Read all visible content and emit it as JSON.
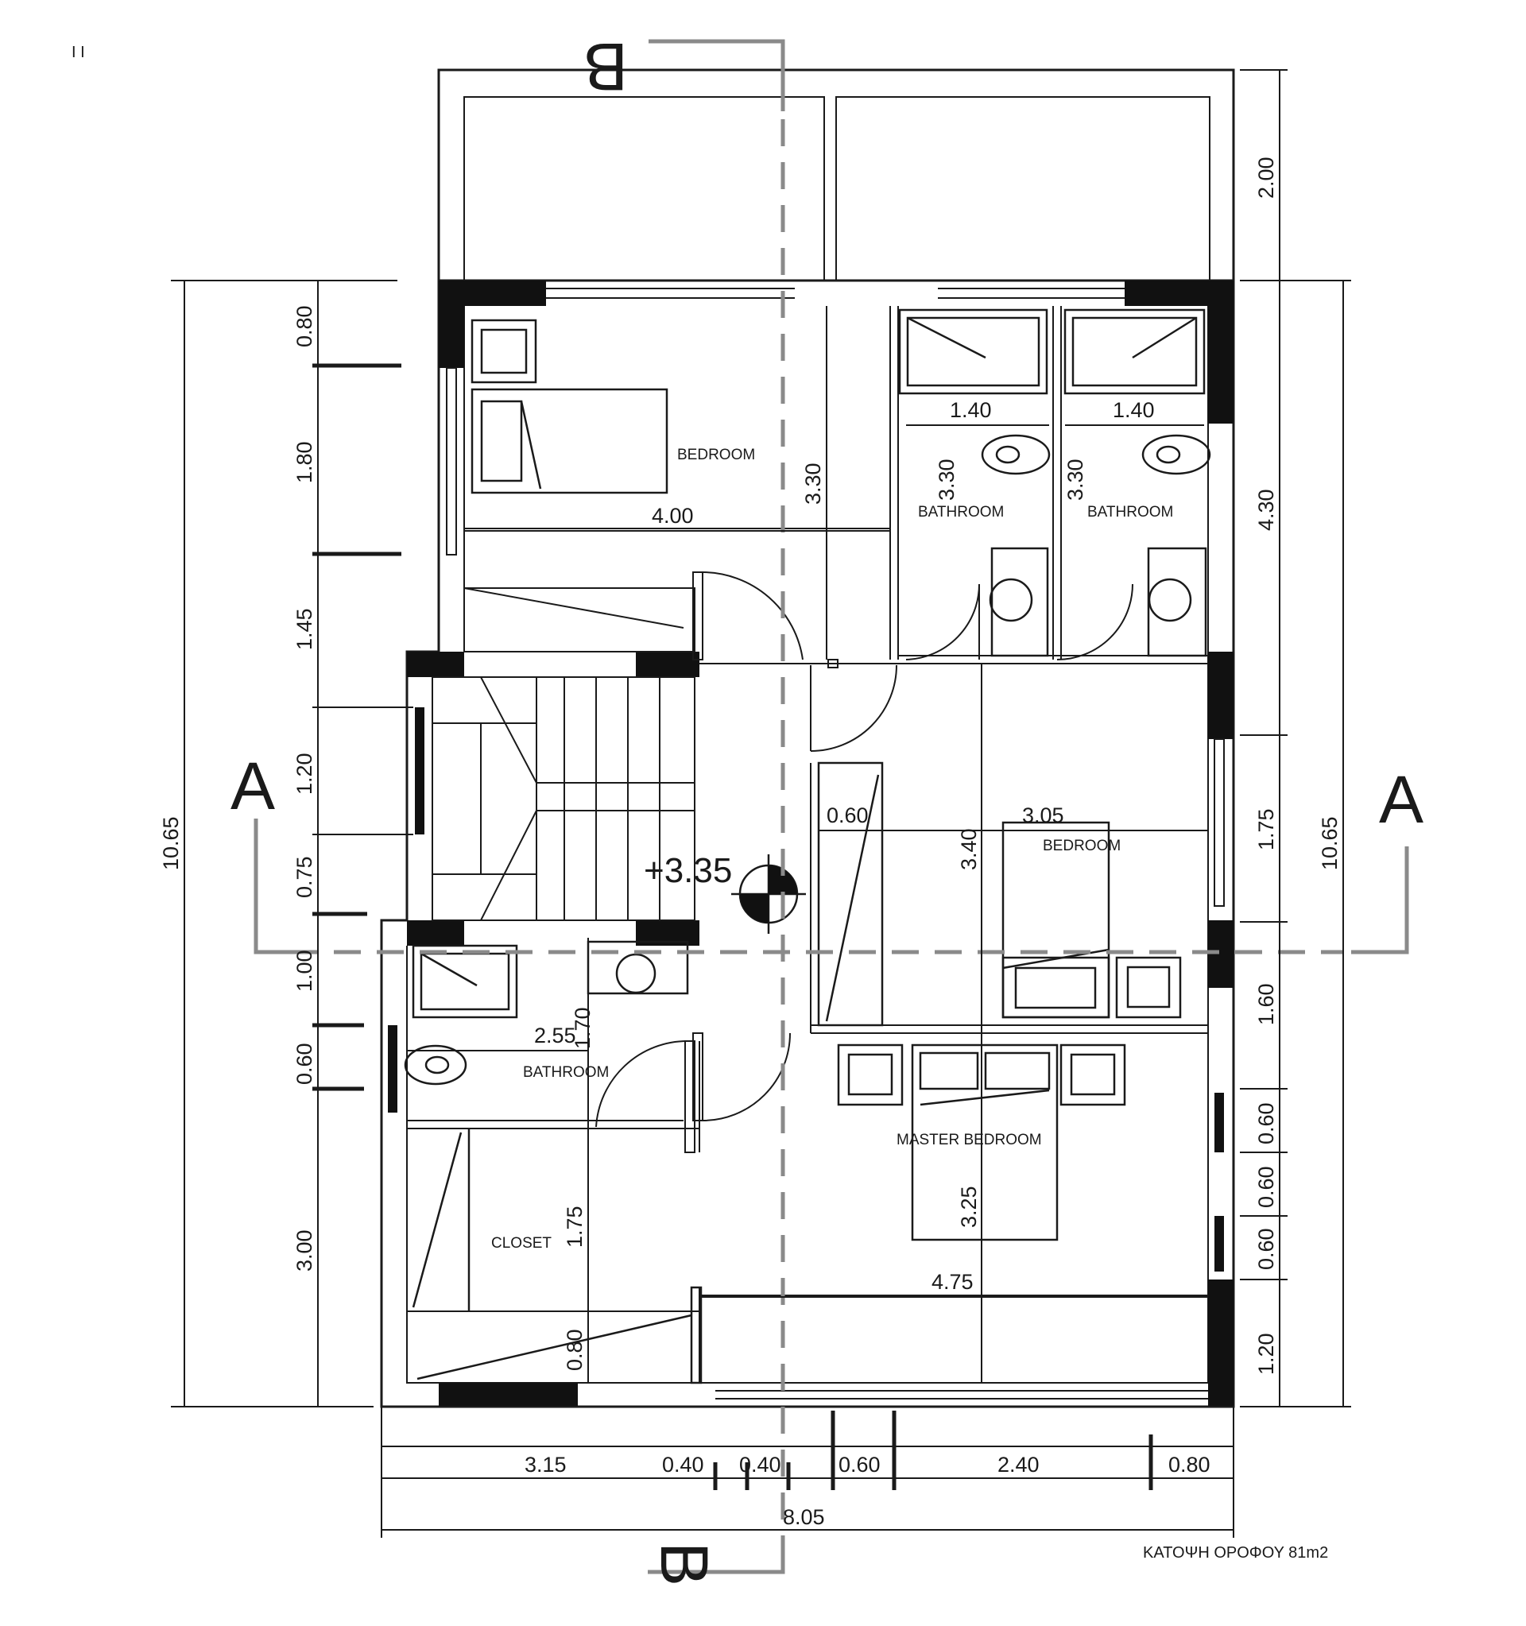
{
  "section_markers": {
    "a_left": "A",
    "a_right": "A",
    "b_top": "B",
    "b_bottom": "B",
    "top_left_mark": "I I"
  },
  "rooms": {
    "bedroom": "BEDROOM",
    "bathroom_1": "BATHROOM",
    "bathroom_2": "BATHROOM",
    "bedroom_2": "BEDROOM",
    "bathroom_3": "BATHROOM",
    "master_bedroom": "MASTER BEDROOM",
    "closet": "CLOSET"
  },
  "level": "+3.35",
  "dimensions": {
    "left_inner": [
      "0.80",
      "1.80",
      "1.45",
      "1.20",
      "0.75",
      "1.00",
      "0.60",
      "3.00"
    ],
    "left_total": "10.65",
    "right_inner": [
      "2.00",
      "4.30",
      "1.75",
      "1.60",
      "0.60",
      "0.60",
      "0.60",
      "1.20"
    ],
    "right_total": "10.65",
    "bottom": [
      "3.15",
      "0.40",
      "0.40",
      "0.60",
      "2.40",
      "0.80"
    ],
    "bottom_total": "8.05",
    "interior": {
      "bedroom_width": "4.00",
      "bedroom_height": "3.30",
      "bath1_width": "1.40",
      "bath1_height": "3.30",
      "bath2_width": "1.40",
      "bath2_height": "3.30",
      "wardrobe_depth": "0.60",
      "bedroom2_height": "3.40",
      "bedroom2_width": "3.05",
      "bath3_width": "2.55",
      "bath3_height": "1.70",
      "closet_height": "1.75",
      "closet_bottom": "0.80",
      "master_height": "3.25",
      "master_width": "4.75"
    }
  },
  "caption": "ΚΑΤΟΨΗ ΟΡΟΦΟΥ 81m2",
  "colors": {
    "line": "#1a1a1a",
    "section_line": "#8a8a8a",
    "background": "#ffffff"
  }
}
